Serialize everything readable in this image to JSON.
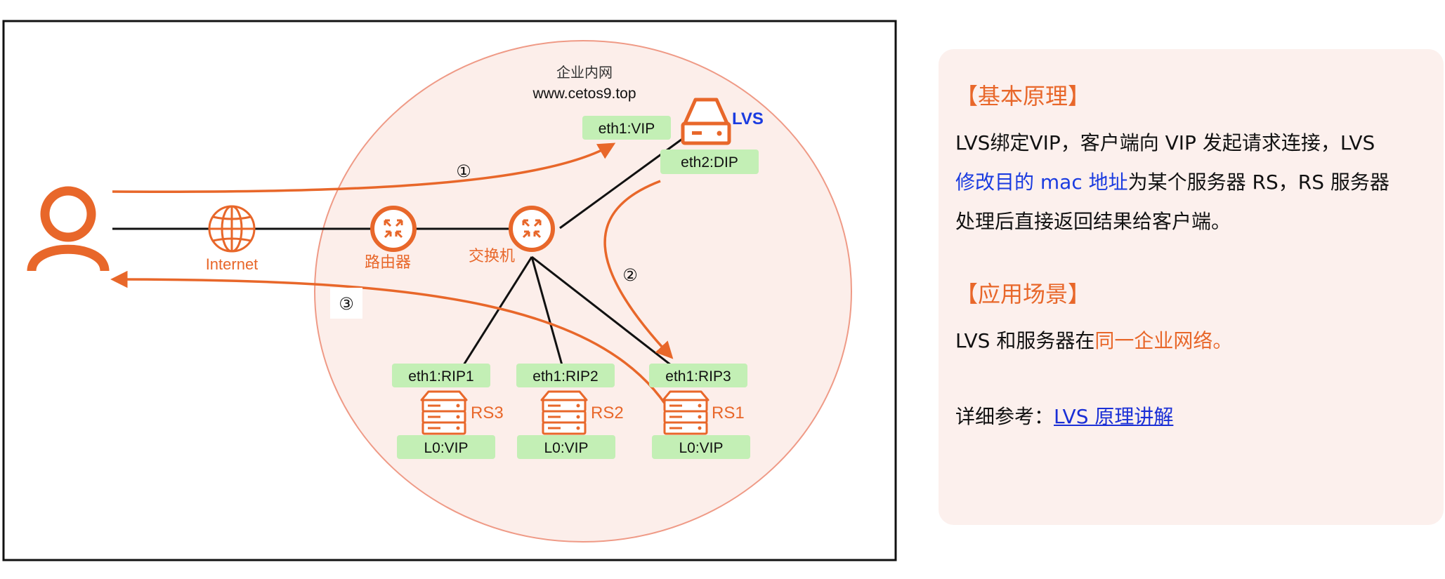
{
  "diagram": {
    "cloud_title": "企业内网",
    "cloud_domain": "www.cetos9.top",
    "internet_label": "Internet",
    "router_label": "路由器",
    "switch_label": "交换机",
    "lvs_label": "LVS",
    "tags": {
      "eth1_vip": "eth1:VIP",
      "eth2_dip": "eth2:DIP",
      "rip1": "eth1:RIP1",
      "rip2": "eth1:RIP2",
      "rip3": "eth1:RIP3",
      "lo_vip_1": "L0:VIP",
      "lo_vip_2": "L0:VIP",
      "lo_vip_3": "L0:VIP"
    },
    "servers": {
      "rs3": "RS3",
      "rs2": "RS2",
      "rs1": "RS1"
    },
    "steps": {
      "one": "①",
      "two": "②",
      "three": "③"
    },
    "colors": {
      "accent": "#e8672a",
      "tag_bg": "#c3efb5",
      "lvs_blue": "#1a3be0",
      "cloud_bg": "#fceeea"
    }
  },
  "info": {
    "title_principle": "【基本原理】",
    "principle_line1": "LVS绑定VIP，客户端向 VIP 发起请求连接，LVS",
    "principle_line2_highlight": "修改目的 mac 地址",
    "principle_line2_rest": "为某个服务器 RS，RS 服务器",
    "principle_line3": "处理后直接返回结果给客户端。",
    "title_scene": "【应用场景】",
    "scene_prefix": "LVS 和服务器在",
    "scene_highlight": "同一企业网络。",
    "ref_prefix": "详细参考：",
    "ref_link": "LVS 原理讲解"
  }
}
